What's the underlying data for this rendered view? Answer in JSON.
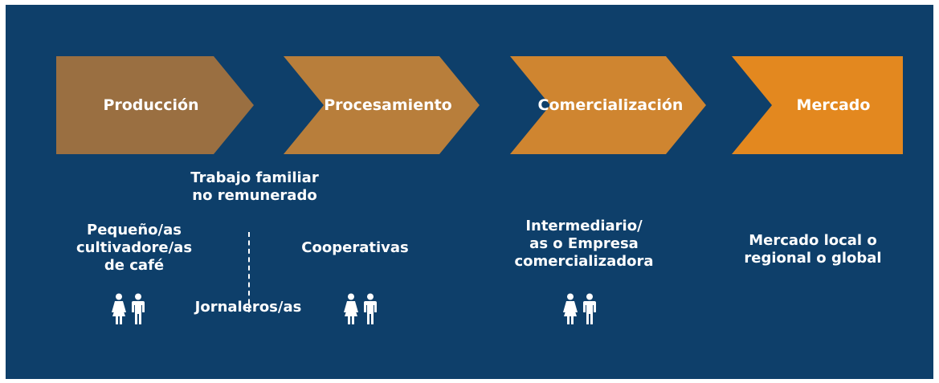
{
  "colors": {
    "background": "#0e3f6a",
    "produccion": "#9a6f41",
    "procesamiento": "#b87e3b",
    "comercializacion": "#cf8530",
    "mercado": "#e3881f",
    "text": "#ffffff"
  },
  "stages": [
    {
      "label": "Producción"
    },
    {
      "label": "Procesamiento"
    },
    {
      "label": "Comercialización"
    },
    {
      "label": "Mercado"
    }
  ],
  "actors": {
    "trabajo_familiar": [
      "Trabajo familiar",
      "no remunerado"
    ],
    "pequenos": [
      "Pequeño/as",
      "cultivadore/as",
      "de café"
    ],
    "jornaleros": "Jornaleros/as",
    "cooperativas": "Cooperativas",
    "intermediario": [
      "Intermediario/",
      "as o Empresa",
      "comercializadora"
    ],
    "mercado_local": [
      "Mercado local o",
      "regional o global"
    ]
  },
  "icons": {
    "people": "woman-man-icon"
  }
}
